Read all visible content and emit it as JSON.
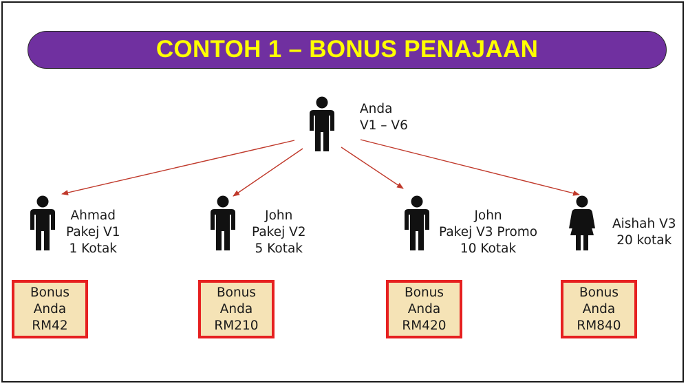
{
  "title": "CONTOH 1 – BONUS PENAJAAN",
  "colors": {
    "title_banner": "#7030a0",
    "title_text": "#ffff00",
    "arrow": "#c0392b",
    "box_border": "#e62020",
    "box_fill": "#f5e3b6",
    "person": "#111111"
  },
  "top": {
    "lines": [
      "Anda",
      "V1 – V6"
    ],
    "icon": "person-male-icon"
  },
  "nodes": [
    {
      "lines": [
        "Ahmad",
        "Pakej V1",
        "1 Kotak"
      ],
      "icon": "person-male-icon",
      "bonus": [
        "Bonus",
        "Anda",
        "RM42"
      ]
    },
    {
      "lines": [
        "John",
        "Pakej V2",
        "5 Kotak"
      ],
      "icon": "person-male-icon",
      "bonus": [
        "Bonus",
        "Anda",
        "RM210"
      ]
    },
    {
      "lines": [
        "John",
        "Pakej V3 Promo",
        "10 Kotak"
      ],
      "icon": "person-male-icon",
      "bonus": [
        "Bonus",
        "Anda",
        "RM420"
      ]
    },
    {
      "lines": [
        "Aishah V3",
        "20 kotak"
      ],
      "icon": "person-female-icon",
      "bonus": [
        "Bonus",
        "Anda",
        "RM840"
      ]
    }
  ]
}
